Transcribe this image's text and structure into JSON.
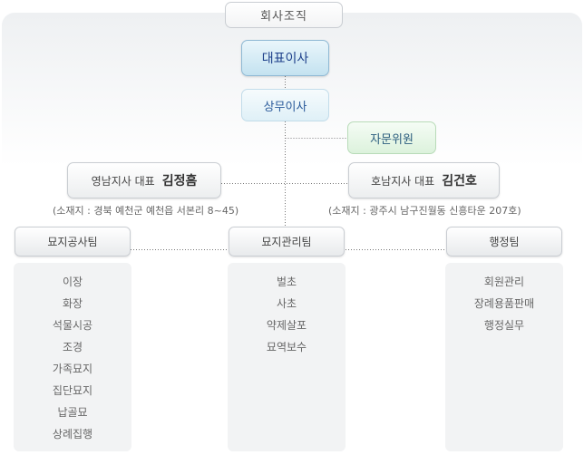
{
  "org": {
    "title": "회사조직",
    "ceo": "대표이사",
    "managing_director": "상무이사",
    "advisory": "자문위원",
    "branches": [
      {
        "label": "영남지사 대표",
        "rep": "김정흠",
        "address": "(소재지 : 경북 예천군 예천읍 서본리 8~45)"
      },
      {
        "label": "호남지사 대표",
        "rep": "김건호",
        "address": "(소재지 : 광주시 남구진월동 신흥타운 207호)"
      }
    ],
    "teams": [
      {
        "name": "묘지공사팀",
        "tasks": [
          "이장",
          "화장",
          "석물시공",
          "조경",
          "가족묘지",
          "집단묘지",
          "납골묘",
          "상례집행"
        ]
      },
      {
        "name": "묘지관리팀",
        "tasks": [
          "벌초",
          "사초",
          "약제살포",
          "묘역보수"
        ]
      },
      {
        "name": "행정팀",
        "tasks": [
          "회원관리",
          "장례용품판매",
          "행정실무"
        ]
      }
    ]
  }
}
